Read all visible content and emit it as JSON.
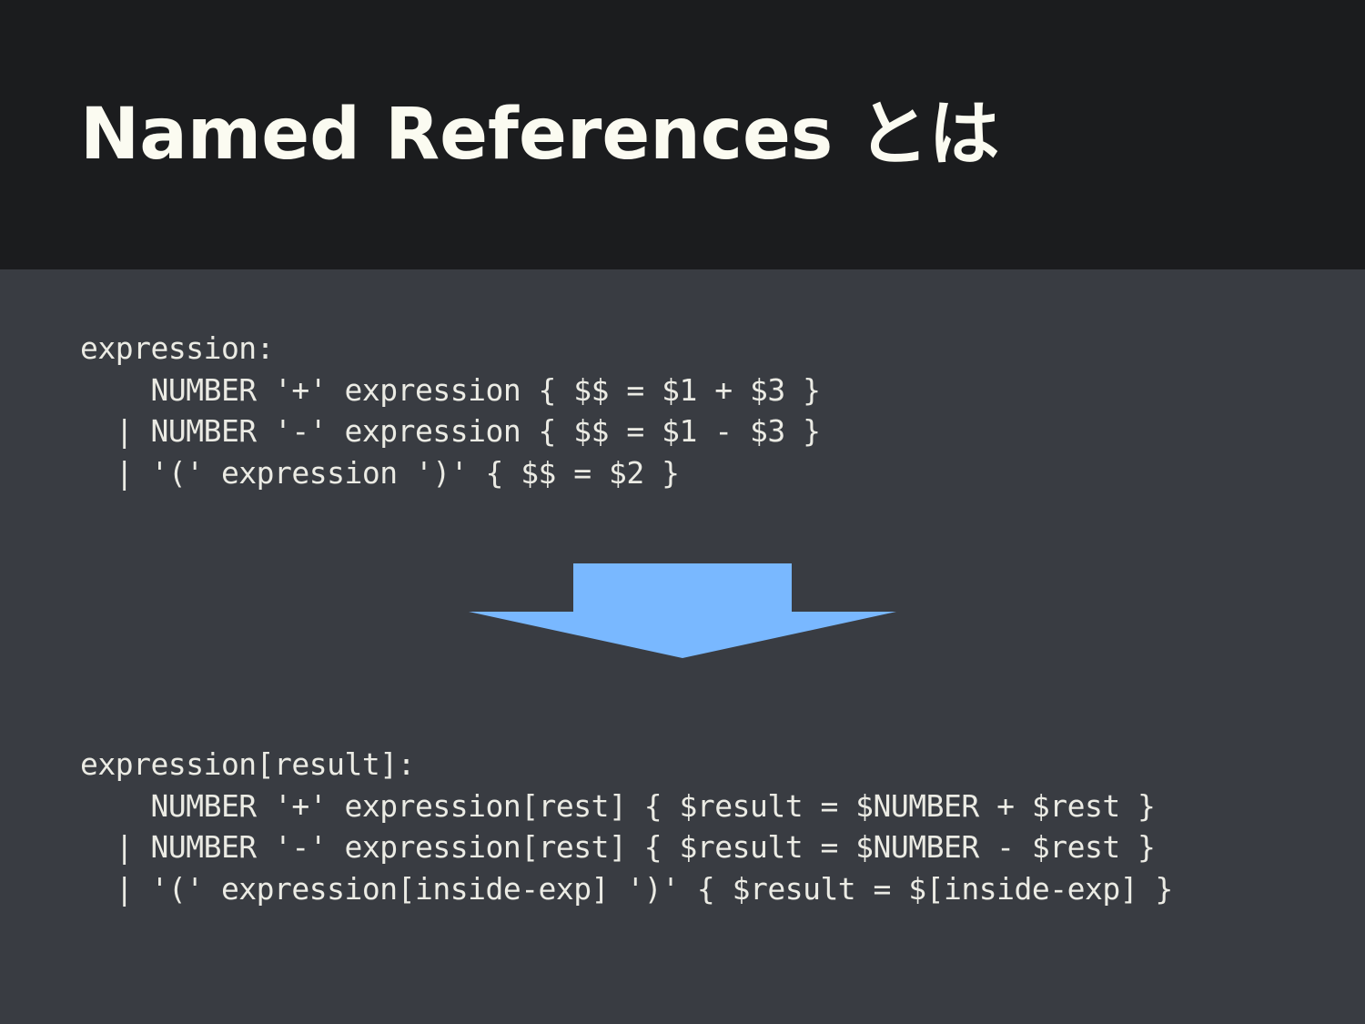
{
  "slide": {
    "title": "Named References とは",
    "arrow_color": "#79b8ff",
    "header_bg": "#1b1c1e",
    "body_bg": "#393c42",
    "code_before": [
      "expression:",
      "    NUMBER '+' expression { $$ = $1 + $3 }",
      "  | NUMBER '-' expression { $$ = $1 - $3 }",
      "  | '(' expression ')' { $$ = $2 }"
    ],
    "code_after": [
      "expression[result]:",
      "    NUMBER '+' expression[rest] { $result = $NUMBER + $rest }",
      "  | NUMBER '-' expression[rest] { $result = $NUMBER - $rest }",
      "  | '(' expression[inside-exp] ')' { $result = $[inside-exp] }"
    ]
  }
}
